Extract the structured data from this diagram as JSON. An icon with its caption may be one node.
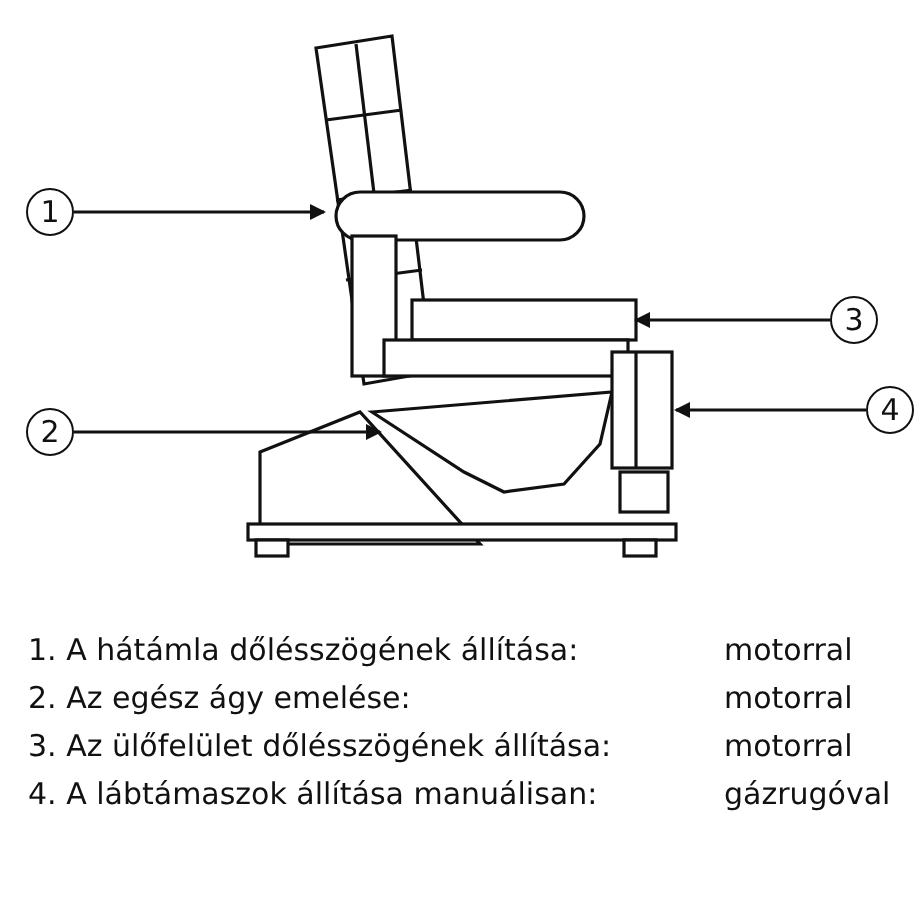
{
  "diagram": {
    "nodes": [
      {
        "text": [
          "1"
        ]
      },
      {
        "text": [
          "2"
        ]
      },
      {
        "text": [
          "3"
        ]
      },
      {
        "text": [
          "4"
        ]
      }
    ],
    "edges": [
      {
        "from": 0,
        "to": null,
        "arrow": "to"
      },
      {
        "from": 1,
        "to": null,
        "arrow": "to"
      },
      {
        "from": 2,
        "to": null,
        "arrow": "to"
      },
      {
        "from": 3,
        "to": null,
        "arrow": "to"
      }
    ],
    "labels": [
      "1. A hátámla dőlésszögének állítása:",
      "motorral",
      "2. Az egész ágy emelése:",
      "motorral",
      "3. Az ülőfelület dőlésszögének állítása:",
      "motorral",
      "4. A lábtámaszok állítása manuálisan:",
      "gázrugóval"
    ]
  }
}
